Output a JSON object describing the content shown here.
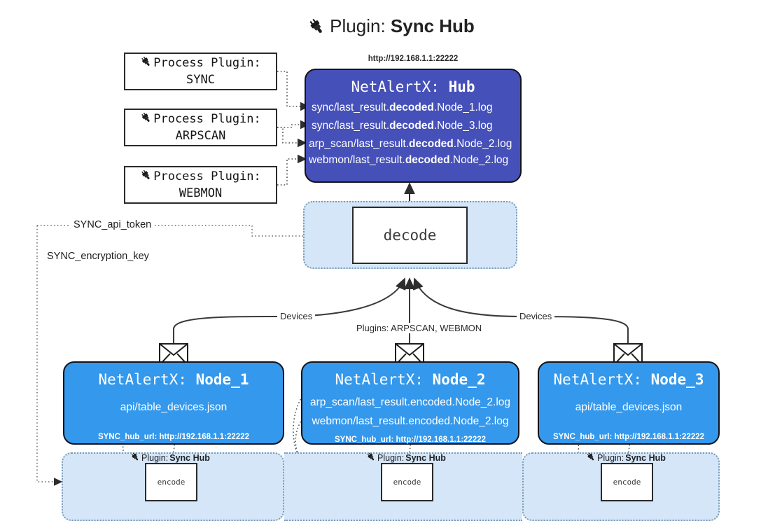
{
  "header": {
    "icon": "plug-icon",
    "prefix": "Plugin: ",
    "name": "Sync Hub"
  },
  "process_plugins": [
    {
      "icon": "plug-icon",
      "line1": "Process Plugin:",
      "line2": "SYNC"
    },
    {
      "icon": "plug-icon",
      "line1": "Process Plugin:",
      "line2": "ARPSCAN"
    },
    {
      "icon": "plug-icon",
      "line1": "Process Plugin:",
      "line2": "WEBMON"
    }
  ],
  "hub": {
    "url": "http://192.168.1.1:22222",
    "title_prefix": "NetAlertX: ",
    "title_name": "Hub",
    "color": "#4550b8",
    "lines": [
      {
        "pre": "sync/last_result.",
        "bold": "decoded",
        "post": ".Node_1.log"
      },
      {
        "pre": "sync/last_result.",
        "bold": "decoded",
        "post": ".Node_3.log"
      },
      {
        "pre": "arp_scan/last_result.",
        "bold": "decoded",
        "post": ".Node_2.log"
      },
      {
        "pre": "webmon/last_result.",
        "bold": "decoded",
        "post": ".Node_2.log"
      }
    ]
  },
  "decode": {
    "label": "decode",
    "pane_color": "#d4e6f8"
  },
  "settings": {
    "api_token": "SYNC_api_token",
    "encryption_key": "SYNC_encryption_key"
  },
  "edge_labels": {
    "devices_left": "Devices",
    "devices_right": "Devices",
    "plugins_middle": "Plugins: ARPSCAN, WEBMON"
  },
  "nodes": [
    {
      "title_prefix": "NetAlertX: ",
      "title_name": "Node_1",
      "color": "#3498ec",
      "icon": "envelope-icon",
      "lines": [
        "api/table_devices.json"
      ],
      "footer": "SYNC_hub_url: http://192.168.1.1:22222",
      "plugin_caption_prefix": "Plugin: ",
      "plugin_caption_name": "Sync Hub",
      "encode_label": "encode"
    },
    {
      "title_prefix": "NetAlertX: ",
      "title_name": "Node_2",
      "color": "#3498ec",
      "icon": "envelope-icon",
      "lines": [
        "arp_scan/last_result.encoded.Node_2.log",
        "webmon/last_result.encoded.Node_2.log"
      ],
      "footer": "SYNC_hub_url: http://192.168.1.1:22222",
      "plugin_caption_prefix": "Plugin: ",
      "plugin_caption_name": "Sync Hub",
      "encode_label": "encode"
    },
    {
      "title_prefix": "NetAlertX: ",
      "title_name": "Node_3",
      "color": "#3498ec",
      "icon": "envelope-icon",
      "lines": [
        "api/table_devices.json"
      ],
      "footer": "SYNC_hub_url: http://192.168.1.1:22222",
      "plugin_caption_prefix": "Plugin: ",
      "plugin_caption_name": "Sync Hub",
      "encode_label": "encode"
    }
  ]
}
